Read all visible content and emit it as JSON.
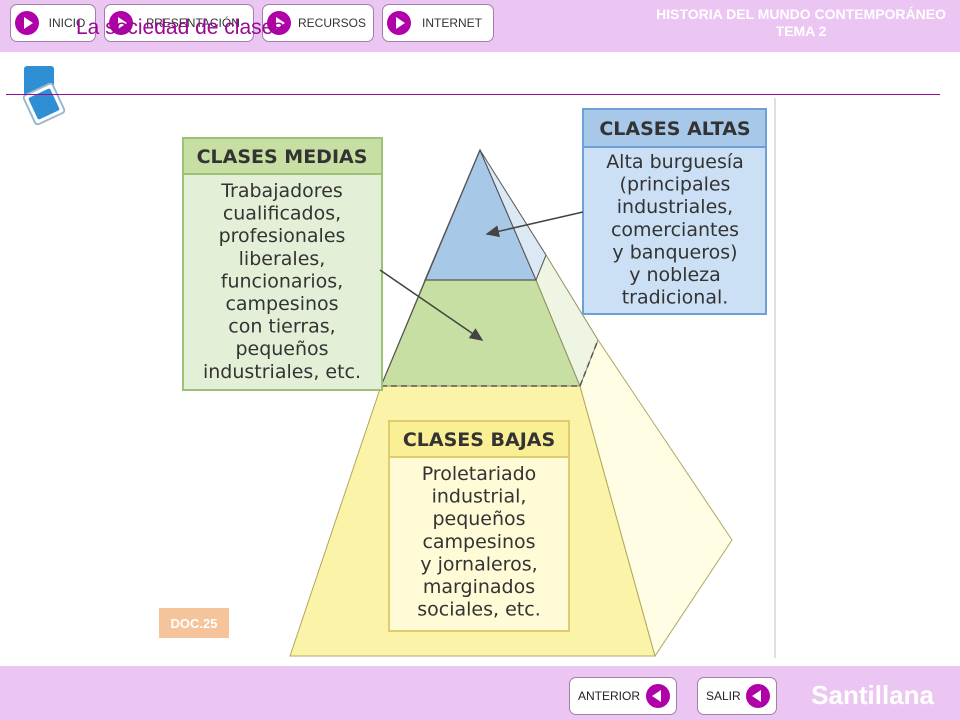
{
  "nav": {
    "inicio": "INICIO",
    "presentacion": "PRESENTACIÓN",
    "recursos": "RECURSOS",
    "internet": "INTERNET"
  },
  "header": {
    "subject": "HISTORIA DEL MUNDO CONTEMPORÁNEO",
    "unit": "TEMA 2"
  },
  "page_title": "La sociedad de clases",
  "diagram": {
    "clases_altas": {
      "heading": "CLASES ALTAS",
      "lines": [
        "Alta burguesía",
        "(principales",
        "industriales,",
        "comerciantes",
        "y banqueros)",
        "y nobleza",
        "tradicional."
      ]
    },
    "clases_medias": {
      "heading": "CLASES MEDIAS",
      "lines": [
        "Trabajadores",
        "cualificados,",
        "profesionales",
        "liberales,",
        "funcionarios,",
        "campesinos",
        "con tierras,",
        "pequeños",
        "industriales, etc."
      ]
    },
    "clases_bajas": {
      "heading": "CLASES BAJAS",
      "lines": [
        "Proletariado",
        "industrial,",
        "pequeños",
        "campesinos",
        "y jornaleros,",
        "marginados",
        "sociales, etc."
      ]
    }
  },
  "doc_label": "DOC.25",
  "footer": {
    "anterior": "ANTERIOR",
    "salir": "SALIR",
    "brand": "Santillana"
  },
  "colors": {
    "accent": "#9b0a94",
    "bar": "#ecc6f2",
    "altas": "#cce0f5",
    "medias": "#e4efd8",
    "bajas": "#fffbd6"
  }
}
